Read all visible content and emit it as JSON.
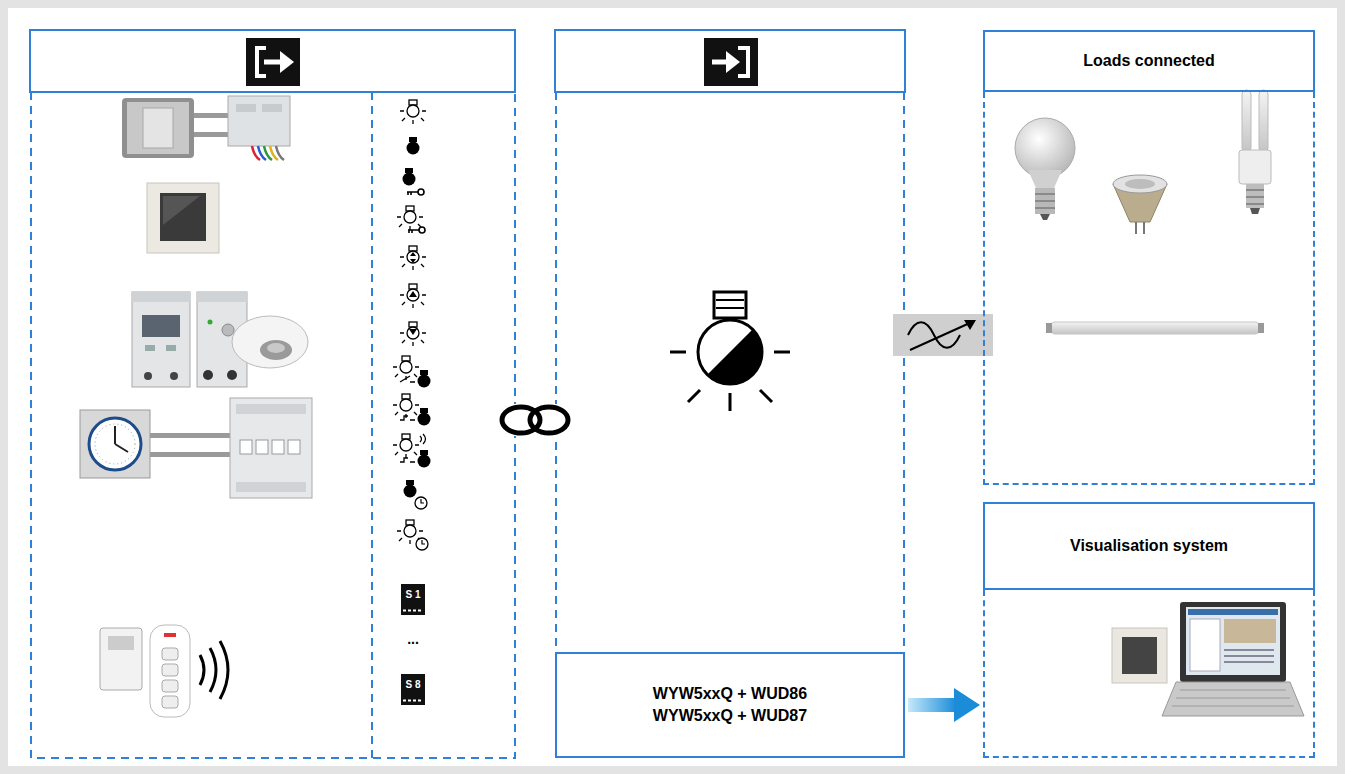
{
  "diagram": {
    "nodes": [
      {
        "text": [
          "Loads connected"
        ]
      },
      {
        "text": [
          "Visualisation system"
        ]
      },
      {
        "text": [
          "WYW5xxQ + WUD86 WYW5xxQ + WUD87"
        ]
      }
    ],
    "edges": [
      {
        "from": 2,
        "to": 1,
        "arrow": "to"
      }
    ],
    "labels": [
      "S 1",
      "...",
      "S 8"
    ]
  }
}
